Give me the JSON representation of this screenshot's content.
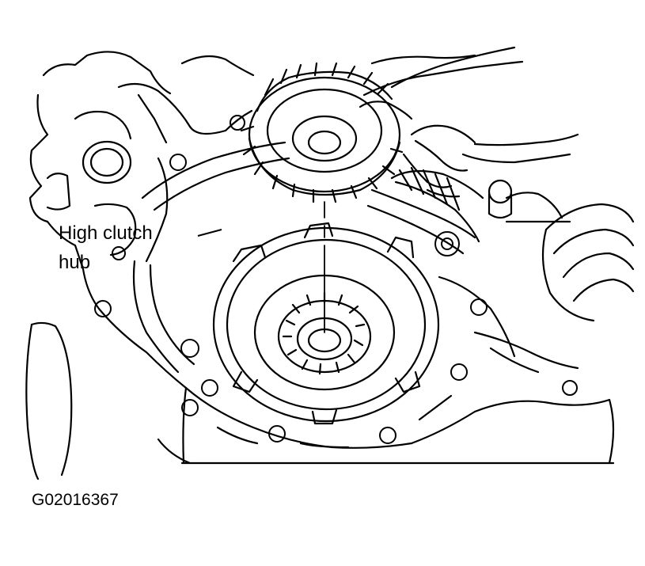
{
  "callout": {
    "line1": "High clutch",
    "line2": "hub"
  },
  "figure_id": "G02016367",
  "colors": {
    "ink": "#000000",
    "paper": "#ffffff"
  }
}
